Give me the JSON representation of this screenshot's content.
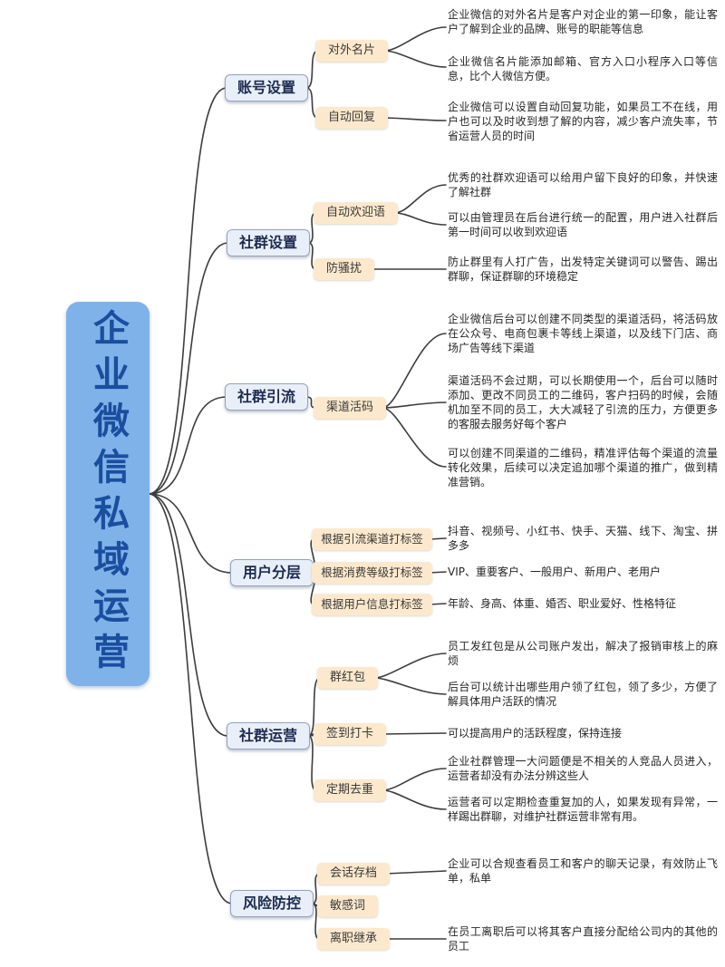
{
  "root": {
    "label": "企业微信私域运营"
  },
  "branches": [
    {
      "label": "账号设置",
      "children": [
        {
          "label": "对外名片",
          "notes": [
            "企业微信的对外名片是客户对企业的第一印象，能让客户了解到企业的品牌、账号的职能等信息",
            "企业微信名片能添加邮箱、官方入口小程序入口等信息，比个人微信方便。"
          ]
        },
        {
          "label": "自动回复",
          "notes": [
            "企业微信可以设置自动回复功能，如果员工不在线，用户也可以及时收到想了解的内容，减少客户流失率，节省运营人员的时间"
          ]
        }
      ]
    },
    {
      "label": "社群设置",
      "children": [
        {
          "label": "自动欢迎语",
          "notes": [
            "优秀的社群欢迎语可以给用户留下良好的印象，并快速了解社群",
            "可以由管理员在后台进行统一的配置，用户进入社群后第一时间可以收到欢迎语"
          ]
        },
        {
          "label": "防骚扰",
          "notes": [
            "防止群里有人打广告，出发特定关键词可以警告、踢出群聊，保证群聊的环境稳定"
          ]
        }
      ]
    },
    {
      "label": "社群引流",
      "children": [
        {
          "label": "渠道活码",
          "notes": [
            "企业微信后台可以创建不同类型的渠道活码，将活码放在公众号、电商包裹卡等线上渠道，以及线下门店、商场广告等线下渠道",
            "渠道活码不会过期，可以长期使用一个，后台可以随时添加、更改不同员工的二维码，客户扫码的时候，会随机加至不同的员工，大大减轻了引流的压力，方便更多的客服去服务好每个客户",
            "可以创建不同渠道的二维码，精准评估每个渠道的流量转化效果，后续可以决定追加哪个渠道的推广，做到精准营销。"
          ]
        }
      ]
    },
    {
      "label": "用户分层",
      "children": [
        {
          "label": "根据引流渠道打标签",
          "notes": [
            "抖音、视频号、小红书、快手、天猫、线下、淘宝、拼多多"
          ]
        },
        {
          "label": "根据消费等级打标签",
          "notes": [
            "VIP、重要客户、一般用户、新用户、老用户"
          ]
        },
        {
          "label": "根据用户信息打标签",
          "notes": [
            "年龄、身高、体重、婚否、职业爱好、性格特征"
          ]
        }
      ]
    },
    {
      "label": "社群运营",
      "children": [
        {
          "label": "群红包",
          "notes": [
            "员工发红包是从公司账户发出，解决了报销审核上的麻烦",
            "后台可以统计出哪些用户领了红包，领了多少，方便了解具体用户活跃的情况"
          ]
        },
        {
          "label": "签到打卡",
          "notes": [
            "可以提高用户的活跃程度，保持连接"
          ]
        },
        {
          "label": "定期去重",
          "notes": [
            "企业社群管理一大问题便是不相关的人竞品人员进入，运营者却没有办法分辨这些人",
            "运营者可以定期检查重复加的人，如果发现有异常，一样踢出群聊，对维护社群运营非常有用。"
          ]
        }
      ]
    },
    {
      "label": "风险防控",
      "children": [
        {
          "label": "会话存档",
          "notes": [
            "企业可以合规查看员工和客户的聊天记录，有效防止飞单，私单"
          ]
        },
        {
          "label": "敏感词",
          "notes": []
        },
        {
          "label": "离职继承",
          "notes": [
            "在员工离职后可以将其客户直接分配给公司内的其他的员工"
          ]
        }
      ]
    }
  ],
  "colors": {
    "root_bg": "#7FB2E8",
    "root_text": "#1A4E9E",
    "branch_bg": "#E9EFF9",
    "branch_text": "#1D2B4F",
    "sub_bg": "#FCE9CD",
    "line": "#3D3D3D"
  }
}
